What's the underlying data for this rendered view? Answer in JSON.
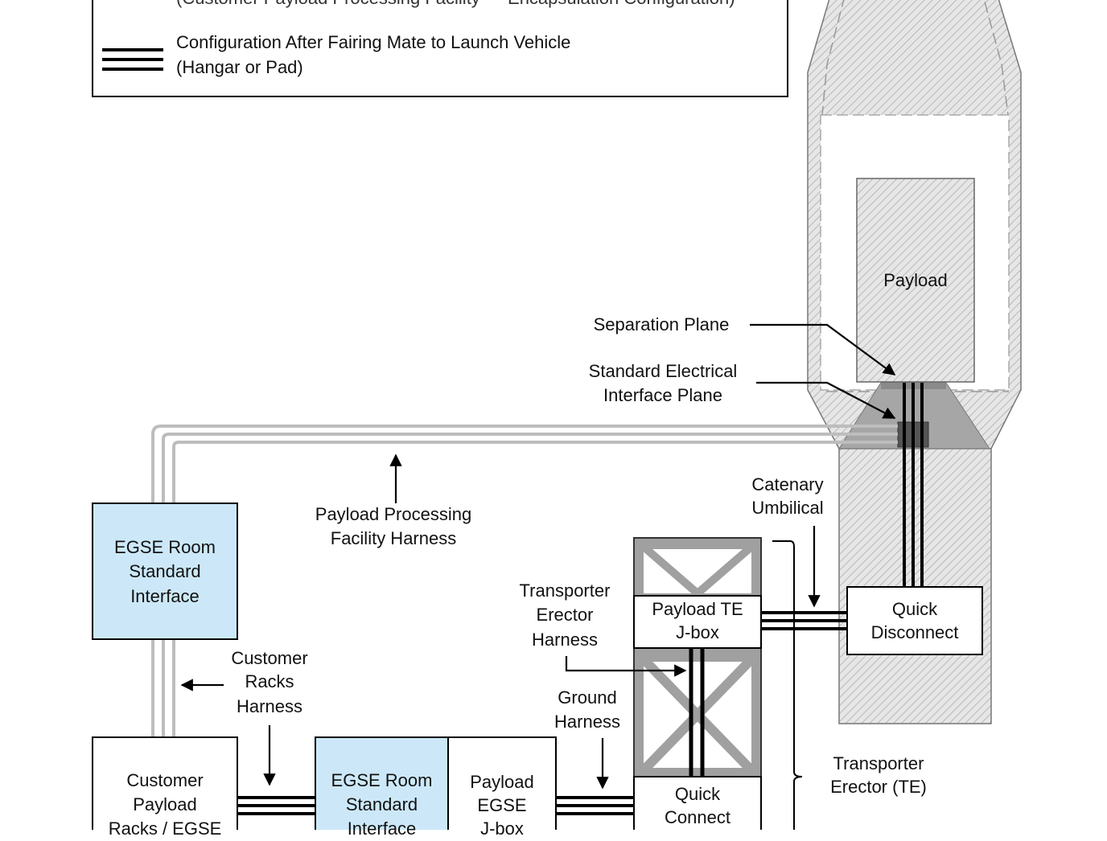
{
  "legend": {
    "top_partial_text": "(Customer Payload Processing Facility — Encapsulation Configuration)",
    "fairing_mate_label_line1": "Configuration After Fairing Mate to Launch Vehicle",
    "fairing_mate_label_line2": "(Hangar or Pad)"
  },
  "labels": {
    "payload": "Payload",
    "separation_plane": "Separation Plane",
    "standard_electrical_line1": "Standard Electrical",
    "standard_electrical_line2": "Interface Plane",
    "catenary_line1": "Catenary",
    "catenary_line2": "Umbilical",
    "ppf_harness_line1": "Payload Processing",
    "ppf_harness_line2": "Facility Harness",
    "egse_room_top_line1": "EGSE Room",
    "egse_room_top_line2": "Standard",
    "egse_room_top_line3": "Interface",
    "customer_racks_line1": "Customer",
    "customer_racks_line2": "Racks",
    "customer_racks_line3": "Harness",
    "transporter_harness_line1": "Transporter",
    "transporter_harness_line2": "Erector",
    "transporter_harness_line3": "Harness",
    "payload_te_jbox_line1": "Payload TE",
    "payload_te_jbox_line2": "J-box",
    "quick_disconnect_line1": "Quick",
    "quick_disconnect_line2": "Disconnect",
    "ground_harness_line1": "Ground",
    "ground_harness_line2": "Harness",
    "transporter_erector_line1": "Transporter",
    "transporter_erector_line2": "Erector (TE)",
    "customer_payload_line1": "Customer",
    "customer_payload_line2": "Payload",
    "customer_payload_line3": "Racks / EGSE",
    "egse_room_bottom_line1": "EGSE Room",
    "egse_room_bottom_line2": "Standard",
    "egse_room_bottom_line3": "Interface",
    "payload_egse_line1": "Payload",
    "payload_egse_line2": "EGSE",
    "payload_egse_line3": "J-box",
    "quick_connect_line1": "Quick",
    "quick_connect_line2": "Connect"
  },
  "colors": {
    "interface_box_fill": "#cce8f8",
    "harness_gray": "#bdbdbd",
    "harness_black": "#000000",
    "vehicle_fill": "#dcdcdc",
    "adapter_fill": "#a6a6a6",
    "connector_fill": "#555555",
    "te_frame_fill": "#a0a0a0"
  }
}
